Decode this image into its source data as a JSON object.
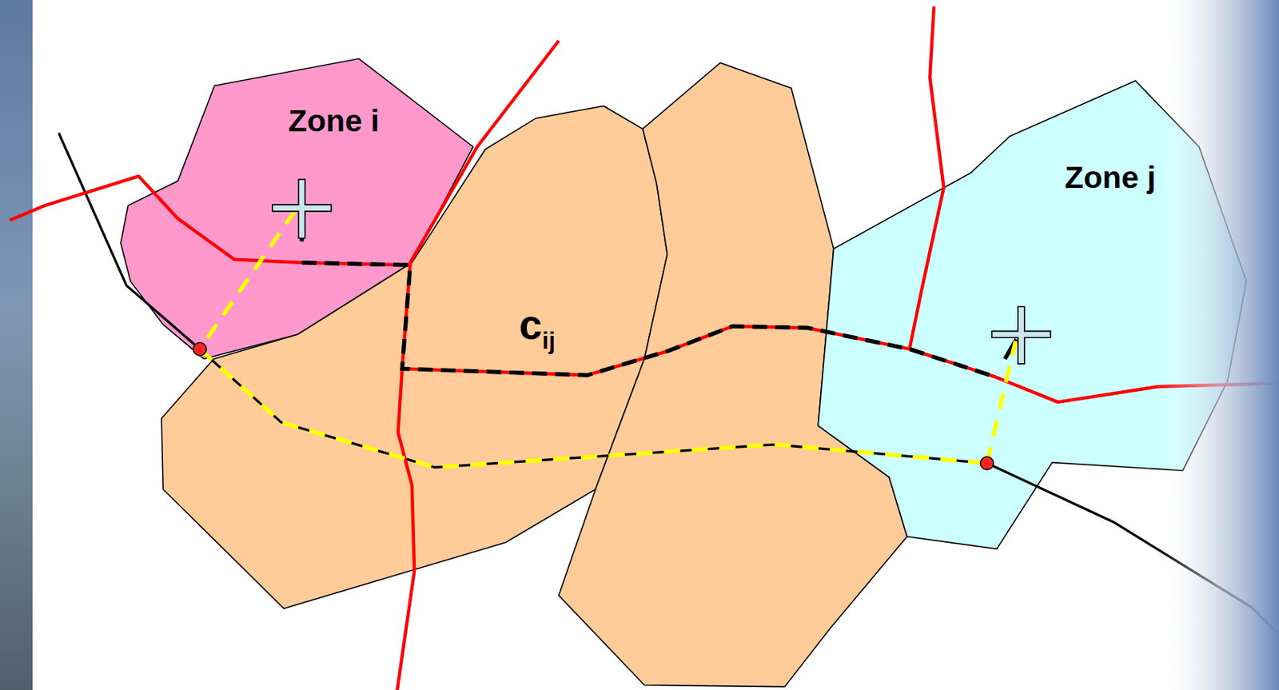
{
  "diagram": {
    "nodes": [
      {
        "text": [
          "Zone i"
        ]
      },
      {
        "text": [
          "Zone j"
        ]
      }
    ],
    "labels": [
      "cij"
    ]
  }
}
